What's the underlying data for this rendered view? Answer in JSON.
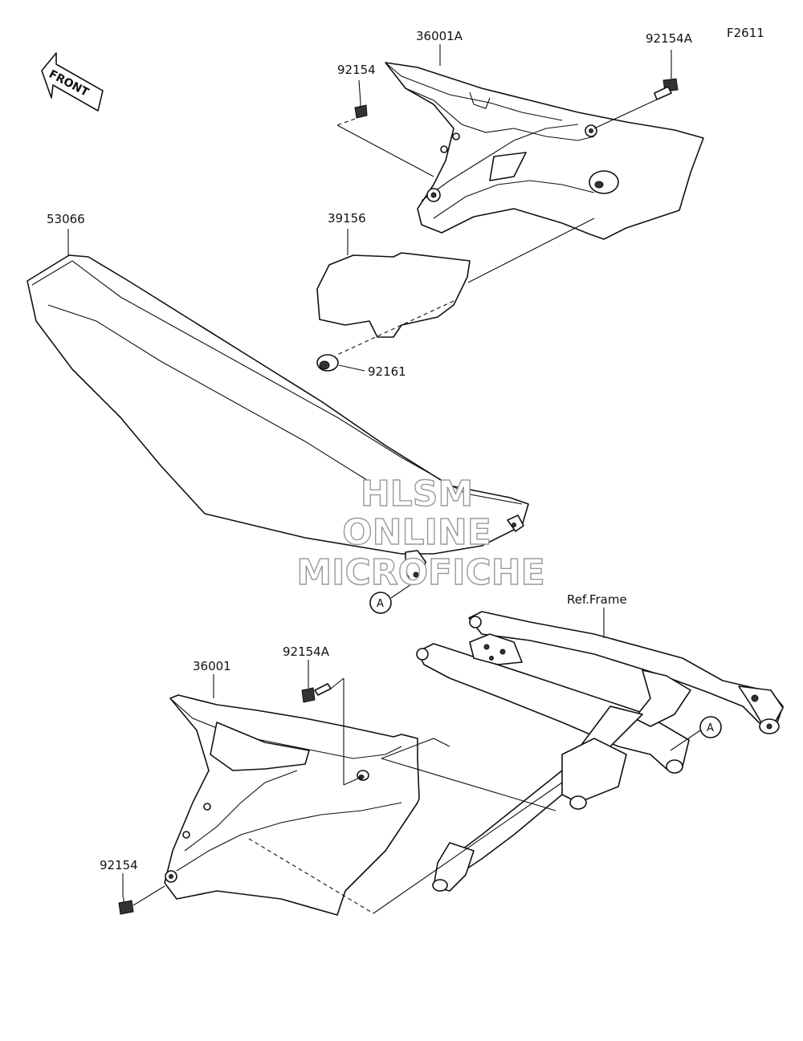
{
  "figure_code": "F2611",
  "front_arrow_label": "FRONT",
  "reference_label": "Ref.Frame",
  "callout_marker": "A",
  "part_labels": {
    "cover_right": "36001A",
    "bolt_right_top": "92154",
    "bolt_right_rear": "92154A",
    "seat": "53066",
    "pad": "39156",
    "damper": "92161",
    "cover_left": "36001",
    "bolt_left_top": "92154A",
    "bolt_left_front": "92154"
  },
  "watermark": {
    "line1": "HLSM",
    "line2": "ONLINE",
    "line3": "MICROFICHE"
  }
}
